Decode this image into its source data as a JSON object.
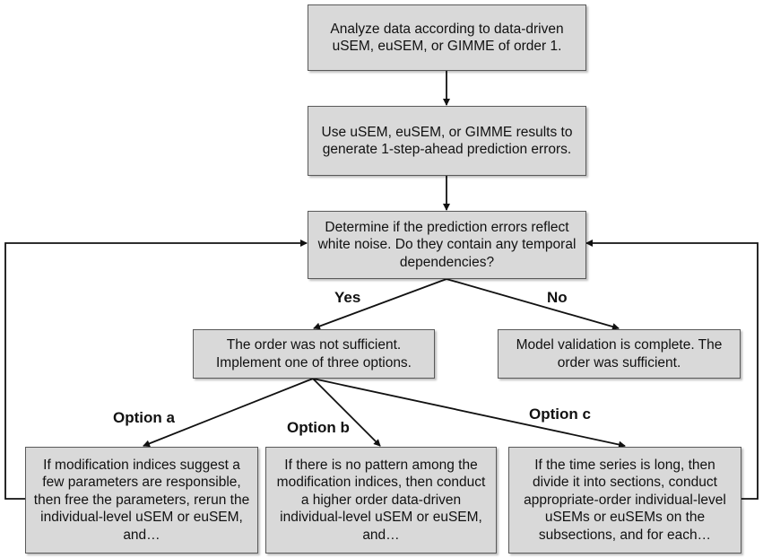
{
  "boxes": {
    "step1": "Analyze data according to data-driven uSEM, euSEM, or GIMME of order 1.",
    "step2": "Use uSEM, euSEM, or GIMME results to generate 1-step-ahead prediction errors.",
    "step3": "Determine if the prediction errors reflect white noise. Do they contain any temporal dependencies?",
    "yes_result": "The order was not sufficient. Implement one of three options.",
    "no_result": "Model validation is complete. The order was sufficient.",
    "option_a": "If modification indices suggest a few parameters are responsible, then free the parameters, rerun the individual-level uSEM or euSEM, and…",
    "option_b": "If there is no pattern among the modification indices, then conduct a higher order data-driven individual-level uSEM or euSEM, and…",
    "option_c": "If the time series is long, then divide it into sections, conduct appropriate-order individual-level uSEMs or euSEMs on the subsections, and for each…"
  },
  "labels": {
    "yes": "Yes",
    "no": "No",
    "option_a": "Option a",
    "option_b": "Option b",
    "option_c": "Option c"
  },
  "colors": {
    "box_fill": "#d9d9d9",
    "line": "#111111"
  }
}
